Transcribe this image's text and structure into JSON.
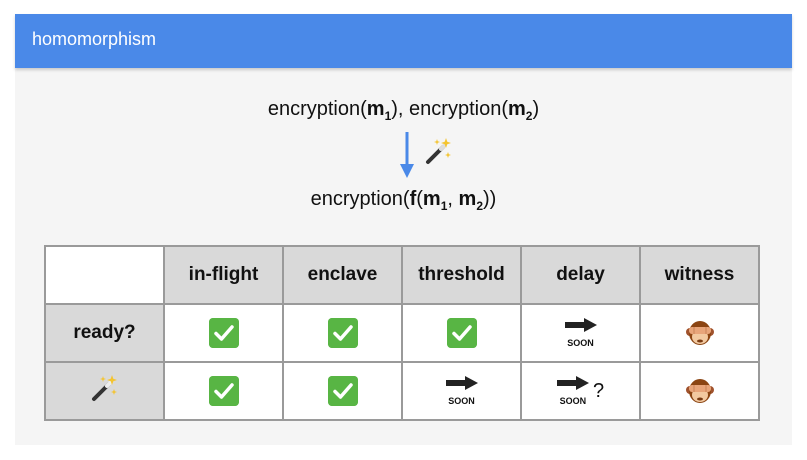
{
  "header": {
    "title": "homomorphism"
  },
  "formula": {
    "top": {
      "prefix": "encryption(",
      "m1": "m",
      "sub1": "1",
      "mid": "), encryption(",
      "m2": "m",
      "sub2": "2",
      "suffix": ")"
    },
    "bottom": {
      "prefix": "encryption(",
      "f": "f",
      "open": "(",
      "m1": "m",
      "sub1": "1",
      "comma": ", ",
      "m2": "m",
      "sub2": "2",
      "suffix": "))"
    }
  },
  "table": {
    "columns": [
      "in-flight",
      "enclave",
      "threshold",
      "delay",
      "witness"
    ],
    "rows": [
      {
        "label": "ready?",
        "cells": [
          "check",
          "check",
          "check",
          "soon",
          "see-no-evil"
        ]
      },
      {
        "label_icon": "magic-wand",
        "cells": [
          "check",
          "check",
          "soon",
          "soon-question",
          "see-no-evil"
        ]
      }
    ],
    "soon_label": "SOON",
    "question_mark": "?"
  },
  "colors": {
    "title_bar": "#4a89e8",
    "check": "#58b544",
    "arrow": "#4a89e8",
    "header_cell": "#d9d9d9"
  }
}
